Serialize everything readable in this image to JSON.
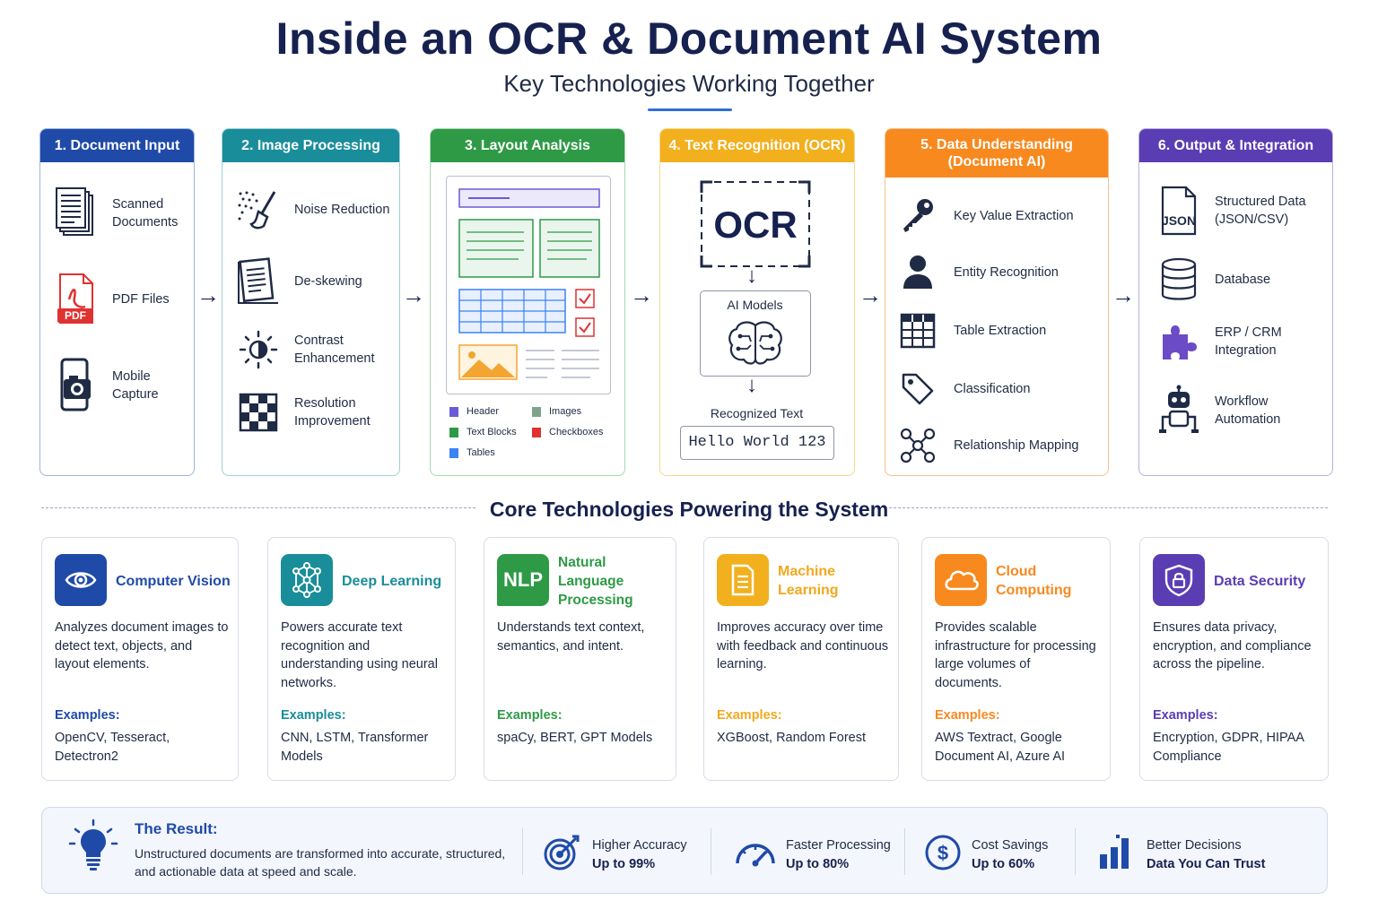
{
  "header": {
    "title": "Inside an OCR & Document AI System",
    "subtitle": "Key Technologies Working Together"
  },
  "pipeline": {
    "stages": [
      {
        "title": "1. Document Input",
        "color": "#1f4aa8",
        "items": [
          {
            "label": "Scanned\nDocuments",
            "icon": "scanned-documents-icon"
          },
          {
            "label": "PDF Files",
            "icon": "pdf-file-icon"
          },
          {
            "label": "Mobile\nCapture",
            "icon": "mobile-camera-icon"
          }
        ]
      },
      {
        "title": "2. Image Processing",
        "color": "#1a8d9a",
        "items": [
          {
            "label": "Noise Reduction",
            "icon": "noise-brush-icon"
          },
          {
            "label": "De-skewing",
            "icon": "deskew-page-icon"
          },
          {
            "label": "Contrast\nEnhancement",
            "icon": "contrast-sun-icon"
          },
          {
            "label": "Resolution\nImprovement",
            "icon": "resolution-grid-icon"
          }
        ]
      },
      {
        "title": "3. Layout Analysis",
        "color": "#2e9a46",
        "legend": [
          {
            "label": "Header",
            "color": "#6b5bd6"
          },
          {
            "label": "Images",
            "color": "#7fa38a"
          },
          {
            "label": "Text Blocks",
            "color": "#2e9a46"
          },
          {
            "label": "Checkboxes",
            "color": "#e03131"
          },
          {
            "label": "Tables",
            "color": "#3b82f6"
          }
        ]
      },
      {
        "title": "4. Text Recognition (OCR)",
        "color": "#f2b01e",
        "ocr_label": "OCR",
        "models_label": "AI Models",
        "recognized_label": "Recognized Text",
        "recognized_value": "Hello World 123"
      },
      {
        "title": "5. Data Understanding\n(Document AI)",
        "color": "#f7891f",
        "items": [
          {
            "label": "Key Value Extraction",
            "icon": "key-icon"
          },
          {
            "label": "Entity Recognition",
            "icon": "person-icon"
          },
          {
            "label": "Table Extraction",
            "icon": "table-icon"
          },
          {
            "label": "Classification",
            "icon": "tag-icon"
          },
          {
            "label": "Relationship Mapping",
            "icon": "network-icon"
          }
        ]
      },
      {
        "title": "6. Output & Integration",
        "color": "#5a3db3",
        "items": [
          {
            "label": "Structured Data\n(JSON/CSV)",
            "icon": "json-file-icon"
          },
          {
            "label": "Database",
            "icon": "database-icon"
          },
          {
            "label": "ERP / CRM\nIntegration",
            "icon": "puzzle-icon"
          },
          {
            "label": "Workflow\nAutomation",
            "icon": "robot-icon"
          }
        ]
      }
    ]
  },
  "core": {
    "title": "Core Technologies Powering the System",
    "examples_label": "Examples:",
    "cards": [
      {
        "title": "Computer Vision",
        "color": "#1f4aa8",
        "desc": "Analyzes document images to detect text, objects, and layout elements.",
        "examples": "OpenCV, Tesseract, Detectron2",
        "icon": "eye-icon"
      },
      {
        "title": "Deep Learning",
        "color": "#1a8d9a",
        "desc": "Powers accurate text recognition and understanding using neural networks.",
        "examples": "CNN, LSTM, Transformer Models",
        "icon": "neural-network-icon"
      },
      {
        "title": "Natural Language Processing",
        "color": "#2e9a46",
        "badge_text": "NLP",
        "desc": "Understands text context, semantics, and intent.",
        "examples": "spaCy, BERT, GPT Models",
        "icon": "nlp-bubble-icon"
      },
      {
        "title": "Machine Learning",
        "color": "#f2b01e",
        "desc": "Improves accuracy over time with feedback and continuous learning.",
        "examples": "XGBoost, Random Forest",
        "icon": "document-icon"
      },
      {
        "title": "Cloud Computing",
        "color": "#f7891f",
        "desc": "Provides scalable infrastructure for processing large volumes of documents.",
        "examples": "AWS Textract, Google Document AI, Azure AI",
        "icon": "cloud-icon"
      },
      {
        "title": "Data Security",
        "color": "#5a3db3",
        "desc": "Ensures data privacy, encryption, and compliance across the pipeline.",
        "examples": "Encryption, GDPR, HIPAA Compliance",
        "icon": "shield-lock-icon"
      }
    ]
  },
  "result": {
    "title": "The Result:",
    "text": "Unstructured documents are transformed into accurate, structured, and actionable data at speed and scale.",
    "stats": [
      {
        "label": "Higher Accuracy",
        "value": "Up to 99%",
        "icon": "target-icon"
      },
      {
        "label": "Faster Processing",
        "value": "Up to 80%",
        "icon": "speedometer-icon"
      },
      {
        "label": "Cost Savings",
        "value": "Up to 60%",
        "icon": "dollar-icon"
      },
      {
        "label": "Better Decisions",
        "value": "Data You Can Trust",
        "icon": "bar-chart-icon"
      }
    ]
  }
}
